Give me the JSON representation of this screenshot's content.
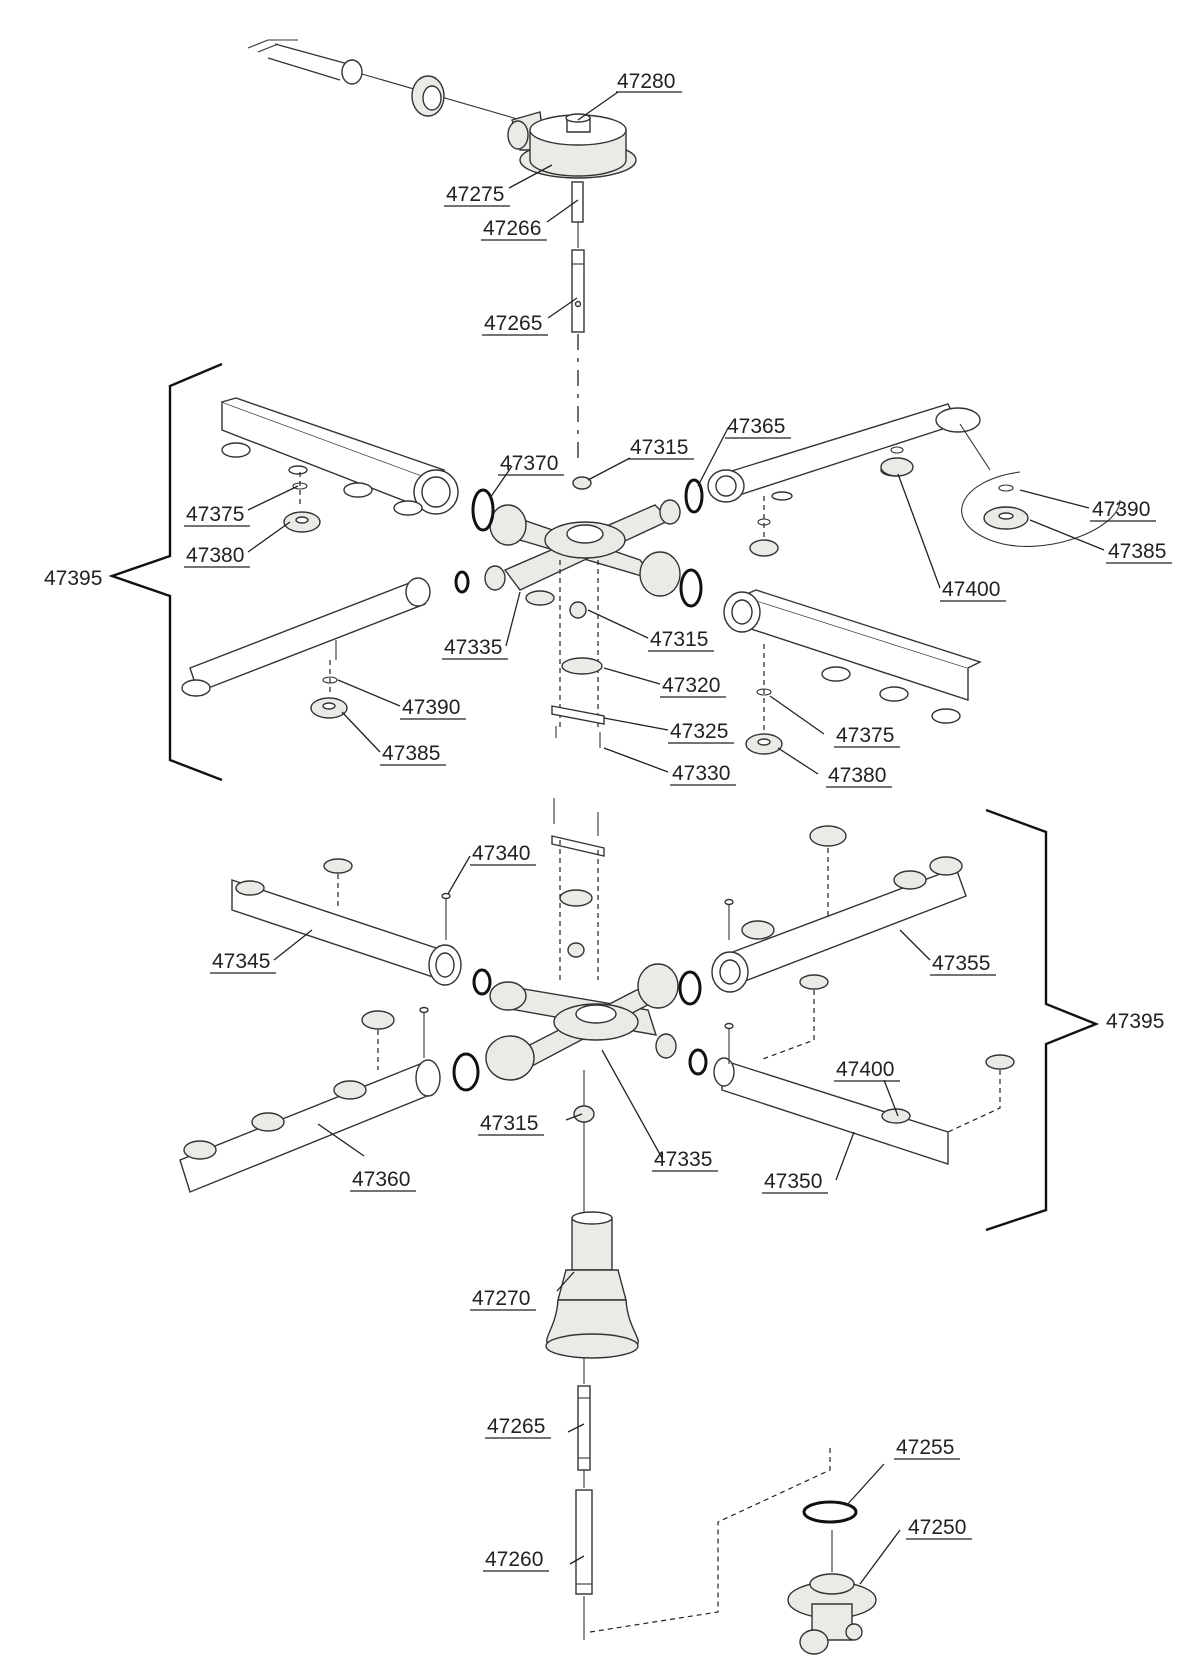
{
  "labels": [
    {
      "id": "l47280",
      "text": "47280"
    },
    {
      "id": "l47275",
      "text": "47275"
    },
    {
      "id": "l47266",
      "text": "47266"
    },
    {
      "id": "l47265a",
      "text": "47265"
    },
    {
      "id": "l47370",
      "text": "47370"
    },
    {
      "id": "l47315a",
      "text": "47315"
    },
    {
      "id": "l47365",
      "text": "47365"
    },
    {
      "id": "l47375a",
      "text": "47375"
    },
    {
      "id": "l47380a",
      "text": "47380"
    },
    {
      "id": "l47395a",
      "text": "47395"
    },
    {
      "id": "l47390a",
      "text": "47390"
    },
    {
      "id": "l47385a",
      "text": "47385"
    },
    {
      "id": "l47400a",
      "text": "47400"
    },
    {
      "id": "l47335a",
      "text": "47335"
    },
    {
      "id": "l47315b",
      "text": "47315"
    },
    {
      "id": "l47320",
      "text": "47320"
    },
    {
      "id": "l47325",
      "text": "47325"
    },
    {
      "id": "l47330",
      "text": "47330"
    },
    {
      "id": "l47390b",
      "text": "47390"
    },
    {
      "id": "l47385b",
      "text": "47385"
    },
    {
      "id": "l47375b",
      "text": "47375"
    },
    {
      "id": "l47380b",
      "text": "47380"
    },
    {
      "id": "l47340",
      "text": "47340"
    },
    {
      "id": "l47345",
      "text": "47345"
    },
    {
      "id": "l47355",
      "text": "47355"
    },
    {
      "id": "l47395b",
      "text": "47395"
    },
    {
      "id": "l47400b",
      "text": "47400"
    },
    {
      "id": "l47315c",
      "text": "47315"
    },
    {
      "id": "l47335b",
      "text": "47335"
    },
    {
      "id": "l47360",
      "text": "47360"
    },
    {
      "id": "l47350",
      "text": "47350"
    },
    {
      "id": "l47270",
      "text": "47270"
    },
    {
      "id": "l47265b",
      "text": "47265"
    },
    {
      "id": "l47255",
      "text": "47255"
    },
    {
      "id": "l47250",
      "text": "47250"
    },
    {
      "id": "l47260",
      "text": "47260"
    }
  ]
}
